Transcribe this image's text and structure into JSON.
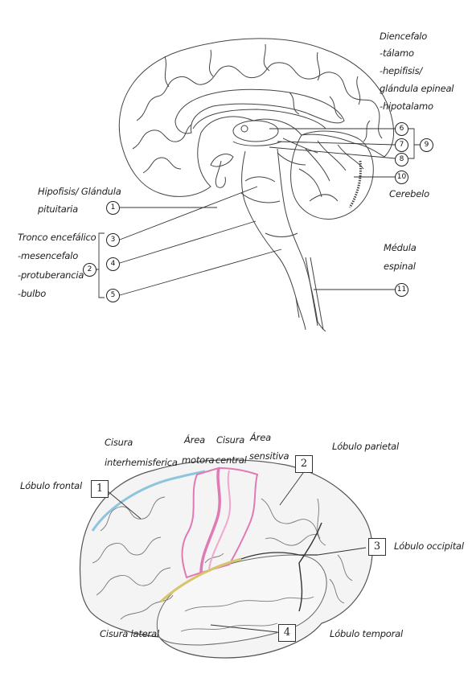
{
  "upper": {
    "diencefalo": {
      "title": "Diencefalo",
      "items": [
        "-tálamo",
        "-hepifisis/",
        "glándula epineal",
        "-hipotalamo"
      ]
    },
    "hipofisis": [
      "Hipofisis/ Glándula",
      "pituitaria"
    ],
    "tronco": {
      "title": "Tronco encefálico",
      "items": [
        "-mesencefalo",
        "-protuberancia",
        "-bulbo"
      ]
    },
    "cerebelo": "Cerebelo",
    "medula": [
      "Médula",
      "espinal"
    ],
    "numbers": [
      "1",
      "2",
      "3",
      "4",
      "5",
      "6",
      "7",
      "8",
      "9",
      "10",
      "11"
    ]
  },
  "lower": {
    "cisura_inter": [
      "Cisura",
      "interhemisferica"
    ],
    "area_motora": [
      "Área",
      "motora"
    ],
    "cisura_central": [
      "Cisura",
      "central"
    ],
    "area_sensitiva": [
      "Área",
      "sensitiva"
    ],
    "lobulo_parietal": "Lóbulo parietal",
    "lobulo_frontal": "Lóbulo frontal",
    "lobulo_occipital": "Lóbulo occipital",
    "cisura_lateral": "Cisura lateral",
    "lobulo_temporal": "Lóbulo temporal",
    "boxes": [
      "1",
      "2",
      "3",
      "4"
    ]
  },
  "colors": {
    "interhemispheric": "#8ec5dd",
    "motor_sensory": "#e07ab4",
    "lateral": "#d8c46a"
  }
}
